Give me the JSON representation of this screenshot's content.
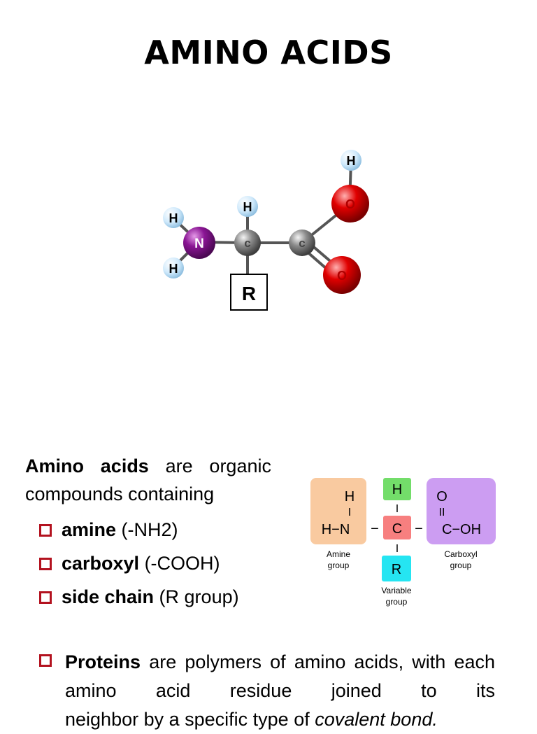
{
  "title": "AMINO ACIDS",
  "molecule": {
    "atoms": {
      "h_amine_top": "H",
      "h_amine_bottom": "H",
      "nitrogen": "N",
      "h_alpha": "H",
      "c_alpha": "c",
      "c_carboxyl": "c",
      "o_hydroxyl": "O",
      "h_hydroxyl": "H",
      "o_double": "O",
      "r_group": "R"
    },
    "colors": {
      "hydrogen": "#cfe9fb",
      "nitrogen": "#8a1594",
      "carbon": "#8c8c8c",
      "oxygen": "#e00000"
    }
  },
  "intro": {
    "bold": "Amino acids",
    "rest": " are organic compounds containing"
  },
  "bullets": [
    {
      "bold": "amine",
      "rest": " (-NH2)"
    },
    {
      "bold": "carboxyl",
      "rest": " (-COOH)"
    },
    {
      "bold": "side chain",
      "rest": " (R group)"
    }
  ],
  "diagram": {
    "amine_h": "H",
    "amine_bond_v": "I",
    "amine_line": "H−N",
    "amine_caption_1": "Amine",
    "amine_caption_2": "group",
    "alpha_h": "H",
    "alpha_c": "C",
    "r_group": "R",
    "variable_caption_1": "Variable",
    "variable_caption_2": "group",
    "carboxyl_o": "O",
    "carboxyl_double": "II",
    "carboxyl_line": "C−OH",
    "carboxyl_caption_1": "Carboxyl",
    "carboxyl_caption_2": "group",
    "bond_dash": "−",
    "colors": {
      "amine_box": "#f9caa0",
      "h_box": "#73dd6a",
      "c_box": "#f77f7f",
      "r_box": "#25e5f2",
      "carboxyl_box": "#cc9df2"
    }
  },
  "proteins": {
    "bold": "Proteins",
    "line1_rest": " are polymers of amino acids, with each amino acid residue joined to its",
    "line2": "neighbor by a specific type of ",
    "line2_italic": "covalent bond."
  }
}
